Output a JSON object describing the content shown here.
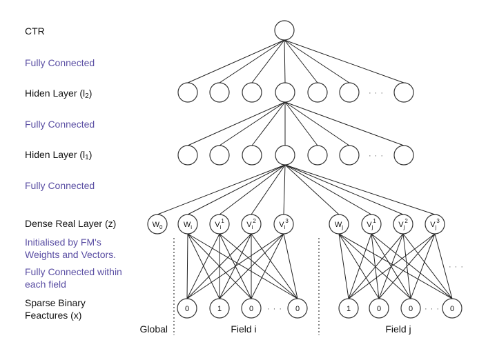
{
  "left_labels": {
    "ctr": "CTR",
    "fc1": "Fully Connected",
    "hidden2": "Hiden Layer (l",
    "hidden2_sub": "2",
    "hidden2_close": ")",
    "fc2": "Fully Connected",
    "hidden1": "Hiden Layer (l",
    "hidden1_sub": "1",
    "hidden1_close": ")",
    "fc3": "Fully Connected",
    "dense": "Dense Real Layer (z)",
    "init_line1": "Initialised by FM's",
    "init_line2": "Weights and Vectors.",
    "fc_within_line1": "Fully Connected within",
    "fc_within_line2": "each field",
    "sparse_line1": "Sparse Binary",
    "sparse_line2": "Feactures (x)"
  },
  "colors": {
    "annotation_purple": "#5a4ea3",
    "text": "#111111",
    "stroke": "#333333"
  },
  "network": {
    "ctr_node": {
      "label": ""
    },
    "hidden2": {
      "visible_nodes": 7,
      "ellipsis": "· · ·"
    },
    "hidden1": {
      "visible_nodes": 7,
      "ellipsis": "· · ·"
    },
    "dense_global": {
      "base": "W",
      "sub": "0",
      "sup": ""
    },
    "dense_field_i": [
      {
        "base": "W",
        "sub": "i",
        "sup": ""
      },
      {
        "base": "V",
        "sub": "i",
        "sup": "1"
      },
      {
        "base": "V",
        "sub": "i",
        "sup": "2"
      },
      {
        "base": "V",
        "sub": "i",
        "sup": "3"
      }
    ],
    "dense_field_j": [
      {
        "base": "W",
        "sub": "j",
        "sup": ""
      },
      {
        "base": "V",
        "sub": "j",
        "sup": "1"
      },
      {
        "base": "V",
        "sub": "j",
        "sup": "2"
      },
      {
        "base": "V",
        "sub": "j",
        "sup": "3"
      }
    ],
    "sparse_field_i": [
      "0",
      "1",
      "0",
      "0"
    ],
    "sparse_field_j": [
      "1",
      "0",
      "0",
      "0"
    ],
    "sparse_ellipsis": "· · ·",
    "more_fields_ellipsis": "· · ·"
  },
  "sections": {
    "global": "Global",
    "field_i": "Field i",
    "field_j": "Field j"
  }
}
